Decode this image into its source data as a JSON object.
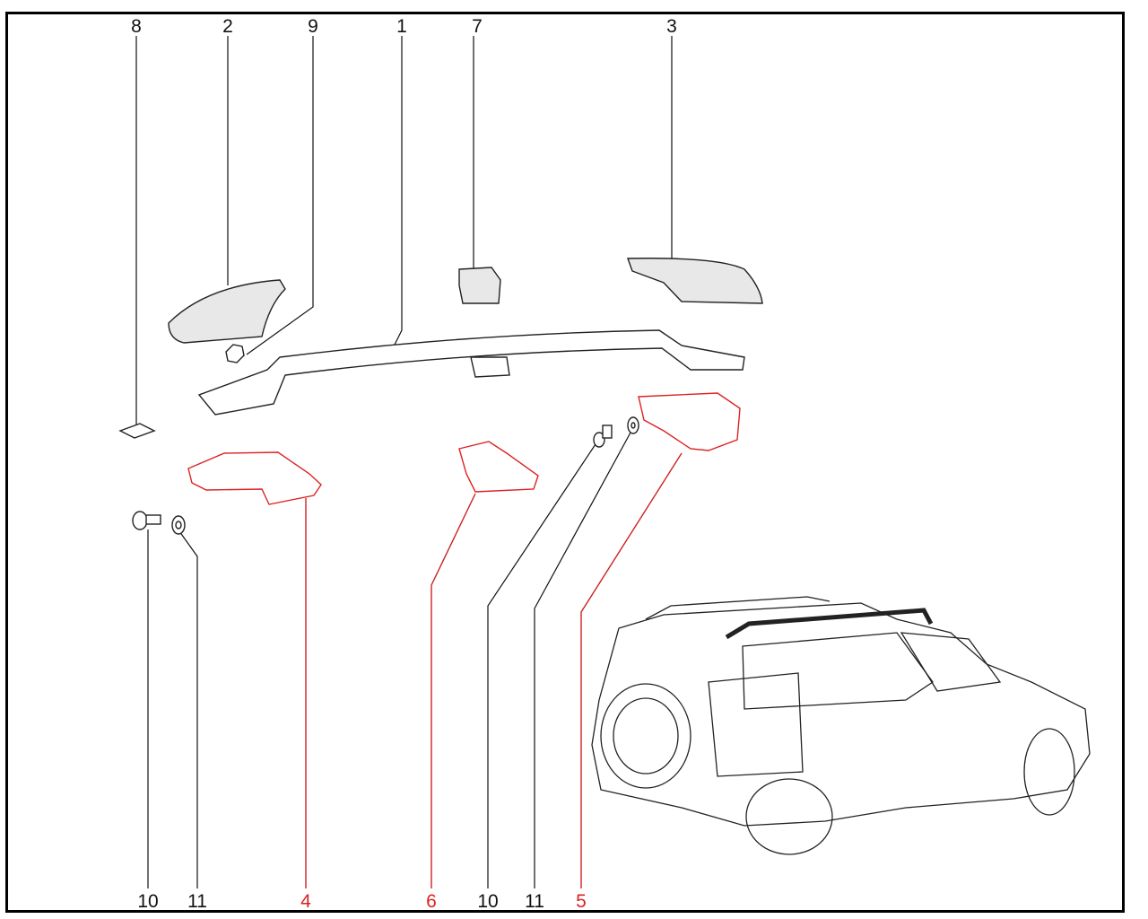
{
  "diagram": {
    "top_callouts": [
      {
        "label": "8"
      },
      {
        "label": "2"
      },
      {
        "label": "9"
      },
      {
        "label": "1"
      },
      {
        "label": "7"
      },
      {
        "label": "3"
      }
    ],
    "bottom_callouts": [
      {
        "label": "10"
      },
      {
        "label": "11"
      },
      {
        "label": "4"
      },
      {
        "label": "6"
      },
      {
        "label": "10"
      },
      {
        "label": "11"
      },
      {
        "label": "5"
      }
    ],
    "colors": {
      "highlight": "#d22222",
      "line": "#111111"
    }
  }
}
